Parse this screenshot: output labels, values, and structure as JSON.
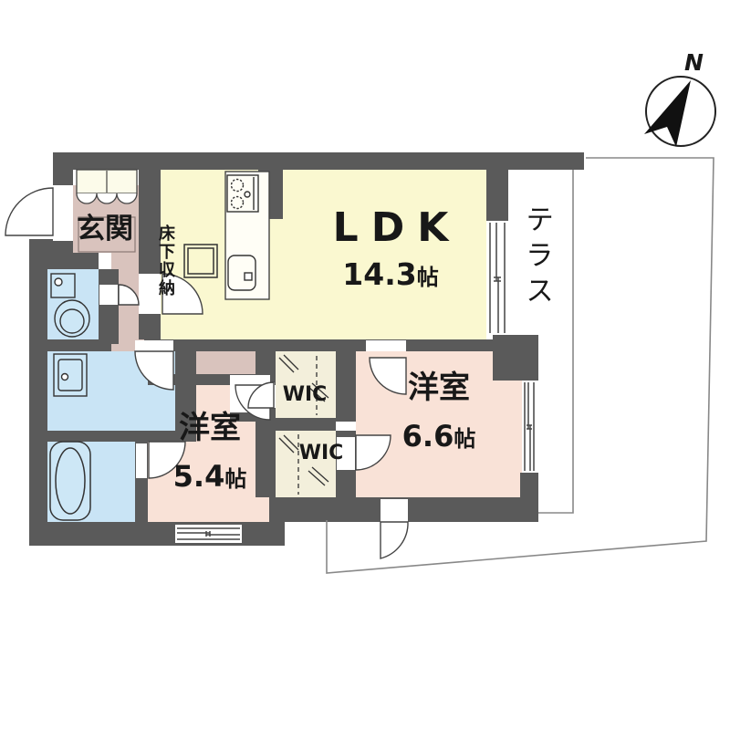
{
  "floorplan": {
    "compass": {
      "label": "N"
    },
    "rooms": {
      "genkan": {
        "label": "玄関"
      },
      "ldk": {
        "label": "LDK",
        "area": "14.3",
        "unit": "帖"
      },
      "terrace": {
        "label": "テラス"
      },
      "underfloor_storage": {
        "label": "床下収納"
      },
      "bedroom_a": {
        "label": "洋室",
        "area": "5.4",
        "unit": "帖"
      },
      "bedroom_b": {
        "label": "洋室",
        "area": "6.6",
        "unit": "帖"
      },
      "wic_upper": {
        "label": "WIC"
      },
      "wic_lower": {
        "label": "WIC"
      }
    },
    "fixtures": [
      "shoe-closet",
      "toilet",
      "vanity-sink",
      "bathtub",
      "gas-stove",
      "kitchen-sink",
      "underfloor-storage-hatch"
    ],
    "colors": {
      "wall": "#5a5a5a",
      "ldk_floor": "#faf8d0",
      "bedroom_floor": "#f9e2d7",
      "hall_floor": "#d9c3bd",
      "wet_area_floor": "#c9e4f5",
      "wic_floor": "#f3efdb",
      "boundary_line": "#888888"
    }
  }
}
